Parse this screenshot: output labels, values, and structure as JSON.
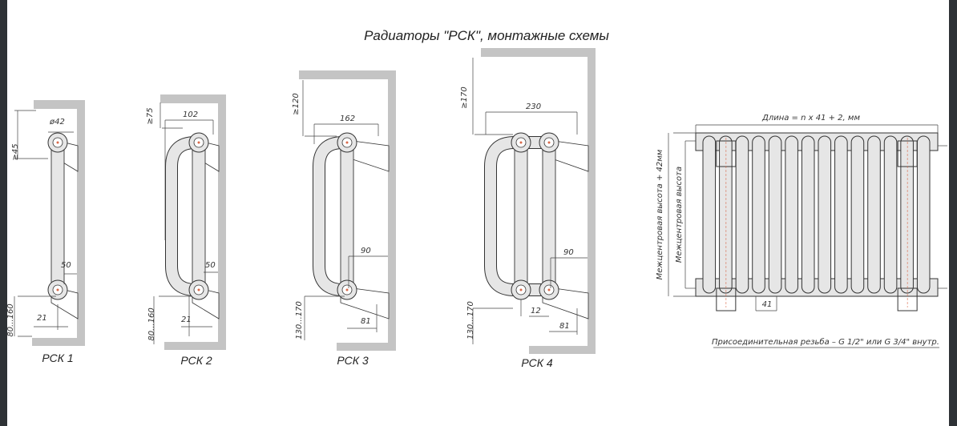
{
  "title": "Радиаторы \"РСК\", монтажные схемы",
  "schemes": [
    {
      "label": "РСК 1",
      "dims": {
        "diameter": "ø42",
        "top_gap": "≥45",
        "wall": "50",
        "offset": "21",
        "floor": "80...160"
      }
    },
    {
      "label": "РСК 2",
      "dims": {
        "width": "102",
        "top_gap": "≥75",
        "wall": "50",
        "offset": "21",
        "floor": "80...160"
      }
    },
    {
      "label": "РСК 3",
      "dims": {
        "width": "162",
        "top_gap": "≥120",
        "wall": "90",
        "offset": "81",
        "floor": "130...170"
      }
    },
    {
      "label": "РСК 4",
      "dims": {
        "width": "230",
        "top_gap": "≥170",
        "wall": "90",
        "offset": "81",
        "pitch": "12",
        "floor": "130...170"
      }
    }
  ],
  "front_view": {
    "length": "Длина = n x 41 + 2, мм",
    "height_total": "Межцентровая высота + 42мм",
    "height_center": "Межцентровая высота",
    "section_pitch": "41",
    "thread_note": "Присоединительная резьба – G 1/2\" или G 3/4\" внутр.",
    "sections": 14
  },
  "colors": {
    "wall": "#c4c4c4",
    "pipe": "#e6e6e6",
    "line": "#333333",
    "frame": "#2e3236",
    "axis": "#d9694a"
  }
}
